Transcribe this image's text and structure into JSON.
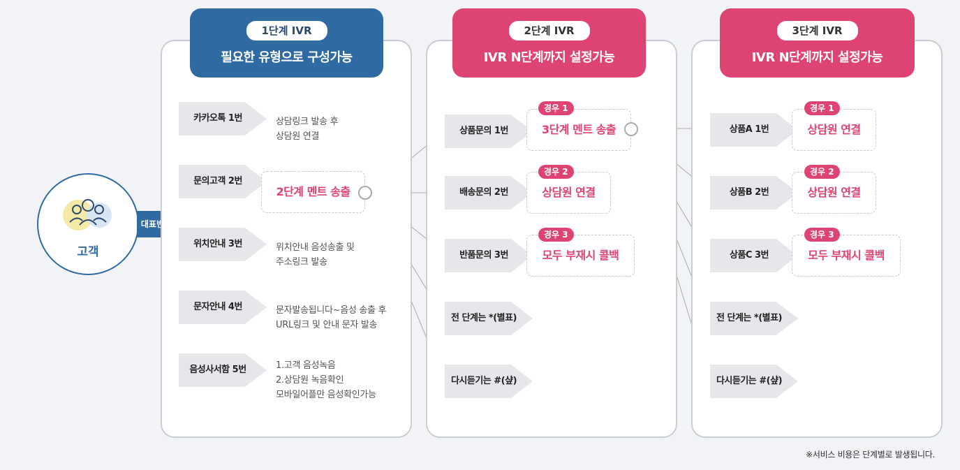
{
  "customer": {
    "label": "고객",
    "number_label": "대표번호"
  },
  "stage1": {
    "badge": "1단계 IVR",
    "subtitle": "필요한 유형으로 구성가능",
    "items": [
      {
        "label": "카카오톡 1번",
        "desc": [
          "상담링크 발송 후",
          "상담원 연결"
        ]
      },
      {
        "label": "문의고객 2번",
        "box": "2단계 멘트 송출"
      },
      {
        "label": "위치안내 3번",
        "desc": [
          "위치안내 음성송출 및",
          "주소링크 발송"
        ]
      },
      {
        "label": "문자안내 4번",
        "desc": [
          "문자발송됩니다~음성 송출 후",
          "URL링크 및 안내 문자 발송"
        ]
      },
      {
        "label": "음성사서함 5번",
        "desc": [
          "1.고객 음성녹음",
          "2.상담원 녹음확인",
          "모바일어플만 음성확인가능"
        ]
      }
    ]
  },
  "stage2": {
    "badge": "2단계 IVR",
    "subtitle": "IVR N단계까지 설정가능",
    "items": [
      {
        "label": "상품문의 1번",
        "case": "경우 1",
        "box": "3단계 멘트 송출"
      },
      {
        "label": "배송문의 2번",
        "case": "경우 2",
        "box": "상담원 연결"
      },
      {
        "label": "반품문의 3번",
        "case": "경우 3",
        "box": "모두 부재시 콜백"
      },
      {
        "label": "전 단계는 *(별표)"
      },
      {
        "label": "다시듣기는 #(샾)"
      }
    ]
  },
  "stage3": {
    "badge": "3단계 IVR",
    "subtitle": "IVR N단계까지 설정가능",
    "items": [
      {
        "label": "상품A 1번",
        "case": "경우 1",
        "box": "상담원 연결"
      },
      {
        "label": "상품B 2번",
        "case": "경우 2",
        "box": "상담원 연결"
      },
      {
        "label": "상품C 3번",
        "case": "경우 3",
        "box": "모두 부재시 콜백"
      },
      {
        "label": "전 단계는 *(별표)"
      },
      {
        "label": "다시듣기는 #(샾)"
      }
    ]
  },
  "footnote": "※서비스 비용은 단계별로 발생됩니다.",
  "colors": {
    "blue": "#2f6aa3",
    "pink": "#de4471",
    "arrow_gray": "#e6e7ea"
  }
}
